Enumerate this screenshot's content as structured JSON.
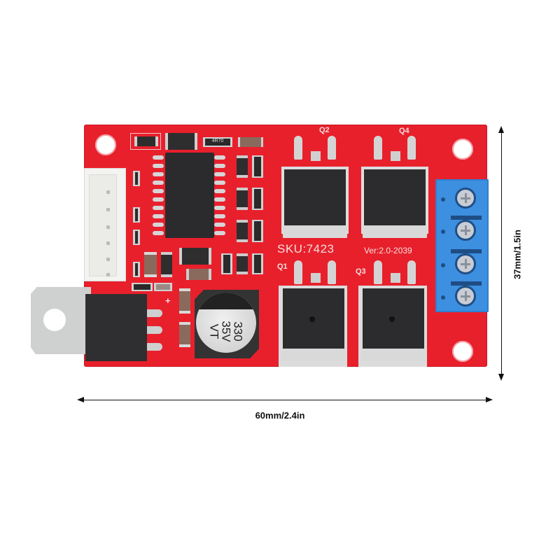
{
  "product": {
    "type": "DC motor driver PCB module (H-bridge)",
    "board_color": "#e8202c",
    "terminal_color": "#3d8fe0"
  },
  "silkscreen": {
    "sku": "SKU:7423",
    "version": "Ver:2.0-2039",
    "q1": "Q1",
    "q2": "Q2",
    "q3": "Q3",
    "q4": "Q4",
    "plus": "+",
    "resistor_code": "4R70"
  },
  "capacitor": {
    "line1": "330",
    "line2": "35V",
    "line3": "VT"
  },
  "dimensions": {
    "width": "60mm/2.4in",
    "height": "37mm/1.5in"
  },
  "connector": {
    "pins": 6
  },
  "terminal_block": {
    "screws": 4
  }
}
